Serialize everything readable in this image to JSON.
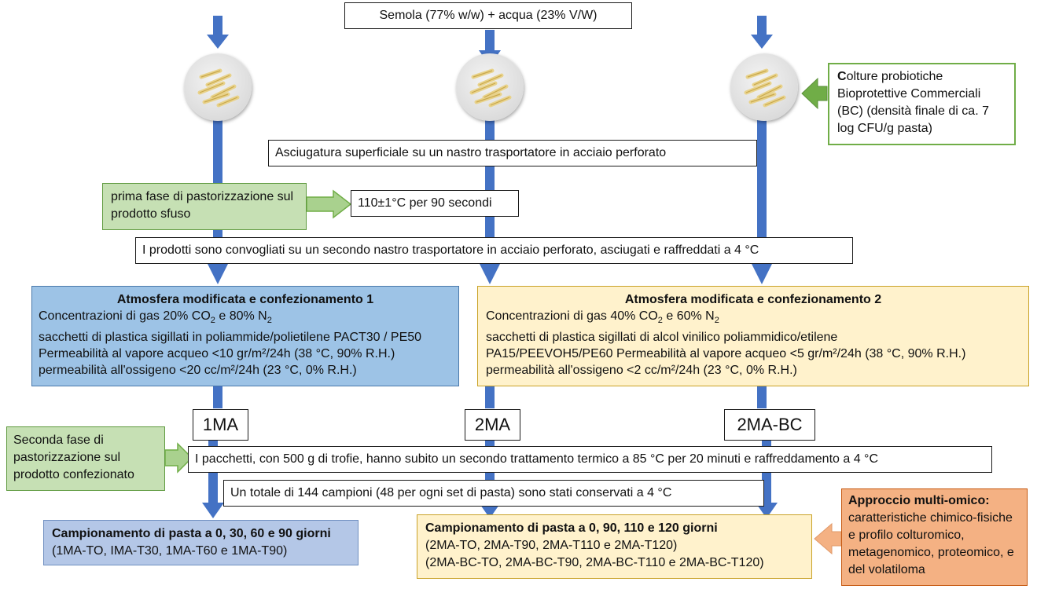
{
  "top_box": "Semola (77% w/w) + acqua  (23% V/W)",
  "culture_box": {
    "bold_letter": "C",
    "text": "olture probiotiche Bioprotettive  Commerciali (BC) (densità finale di ca. 7 log CFU/g pasta)"
  },
  "drying_box": "Asciugatura superficiale su un nastro trasportatore in acciaio perforato",
  "first_pasteurization": "prima fase di pastorizzazione sul prodotto sfuso",
  "temp_box": "110±1°C per 90 secondi",
  "conveyor_box": "I prodotti sono convogliati su un secondo nastro trasportatore in acciaio perforato, asciugati e raffreddati a 4 °C",
  "map1": {
    "title": "Atmosfera modificata e confezionamento 1",
    "gas_prefix": "Concentrazioni di gas 20% CO",
    "gas_mid": " e 80% N",
    "body": "sacchetti di plastica sigillati in poliammide/polietilene PACT30 / PE50 Permeabilità al vapore acqueo <10 gr/m²/24h (38 °C, 90% R.H.) permeabilità all'ossigeno <20 cc/m²/24h (23 °C, 0% R.H.)"
  },
  "map2": {
    "title": "Atmosfera modificata e confezionamento 2",
    "gas_prefix": "Concentrazioni di gas 40% CO",
    "gas_mid": " e 60% N",
    "line1": "sacchetti di plastica sigillati di alcol vinilico poliammidico/etilene",
    "line2": "PA15/PEEVOH5/PE60 Permeabilità al vapore acqueo <5 gr/m²/24h (38 °C, 90% R.H.)",
    "line3": "permeabilità all'ossigeno <2 cc/m²/24h (23 °C, 0% R.H.)"
  },
  "labels": {
    "l1": "1MA",
    "l2": "2MA",
    "l3": "2MA-BC"
  },
  "second_pasteurization": "Seconda  fase di pastorizzazione sul prodotto confezionato",
  "thermal_box": "I pacchetti, con 500 g di trofie, hanno subito un secondo trattamento termico a 85 °C per 20 minuti e raffreddamento a 4 °C",
  "storage_box": "Un totale di 144 campioni (48 per ogni set di pasta) sono stati conservati a 4 °C",
  "sampling1": {
    "title": "Campionamento di pasta a 0, 30, 60 e 90 giorni",
    "line": "(1MA-TO, IMA-T30, 1MA-T60 e 1MA-T90)"
  },
  "sampling2": {
    "title": "Campionamento di pasta a 0, 90, 110 e 120 giorni",
    "line1": "(2MA-TO, 2MA-T90, 2MA-T110 e 2MA-T120)",
    "line2": "(2MA-BC-TO, 2MA-BC-T90, 2MA-BC-T110 e 2MA-BC-T120)"
  },
  "multiomic": {
    "title": "Approccio multi-omico:",
    "text": "caratteristiche chimico-fisiche e profilo colturomico, metagenomico, proteomico, e del volatiloma"
  },
  "colors": {
    "arrow_blue": "#4472c4",
    "arrow_green": "#70ad47",
    "arrow_orange": "#f4b183",
    "map1_fill": "#9dc3e6",
    "map2_fill": "#fff2cc",
    "green_fill": "#c6e0b4"
  }
}
